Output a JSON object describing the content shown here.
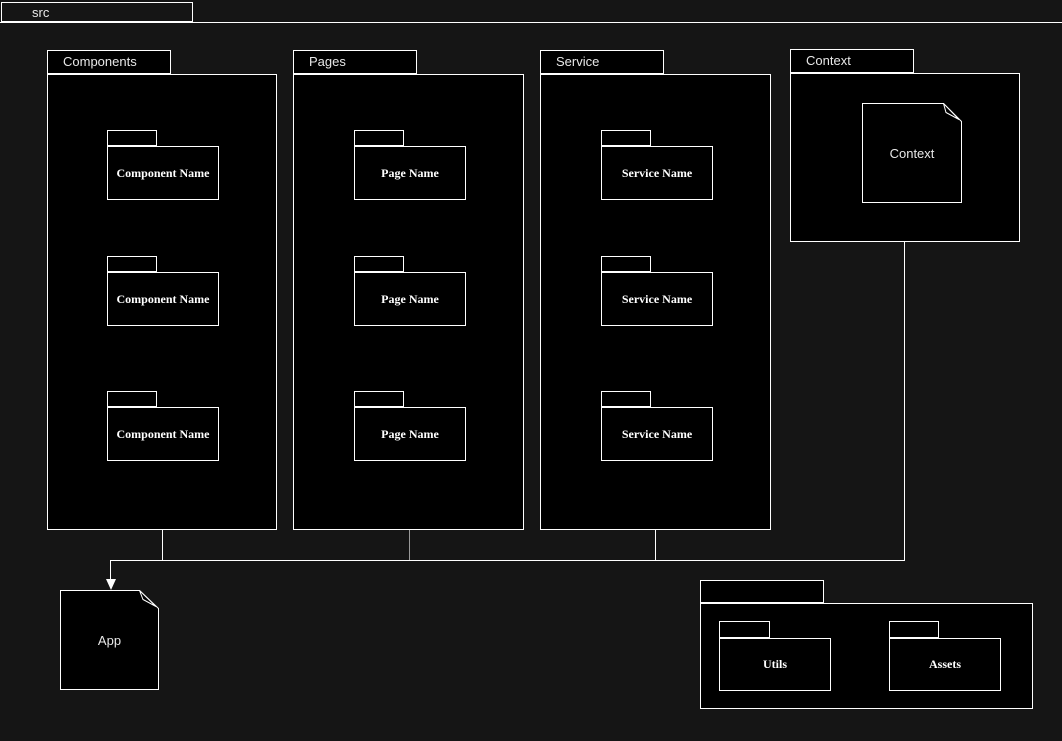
{
  "root": {
    "label": "src"
  },
  "packages": [
    {
      "label": "Components",
      "folders": [
        "Component Name",
        "Component Name",
        "Component Name"
      ]
    },
    {
      "label": "Pages",
      "folders": [
        "Page Name",
        "Page Name",
        "Page Name"
      ]
    },
    {
      "label": "Service",
      "folders": [
        "Service Name",
        "Service Name",
        "Service Name"
      ]
    },
    {
      "label": "Context",
      "note_label": "Context"
    }
  ],
  "app_note": {
    "label": "App"
  },
  "bottom_package": {
    "label": "",
    "folders": [
      "Utils",
      "Assets"
    ]
  },
  "colors": {
    "background": "#151515",
    "shape_fill": "#000000",
    "stroke": "#ffffff",
    "dim_connector": "#999999",
    "text": "#e8e8e8"
  }
}
